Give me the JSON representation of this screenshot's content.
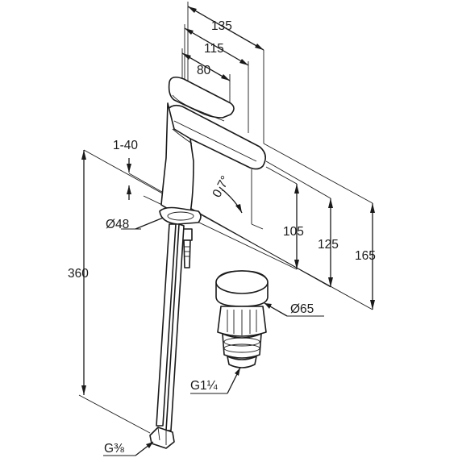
{
  "drawing": {
    "dimensions": {
      "width_135": "135",
      "width_115": "115",
      "width_80": "80",
      "adjust_range": "1-40",
      "diameter_48": "Ø48",
      "angle_07": "0,7°",
      "height_105": "105",
      "height_125": "125",
      "height_165": "165",
      "height_360": "360",
      "diameter_65": "Ø65",
      "thread_g114": "G1¼",
      "thread_g38": "G⅜"
    },
    "colors": {
      "line": "#1a1a1a",
      "background": "#ffffff"
    }
  }
}
